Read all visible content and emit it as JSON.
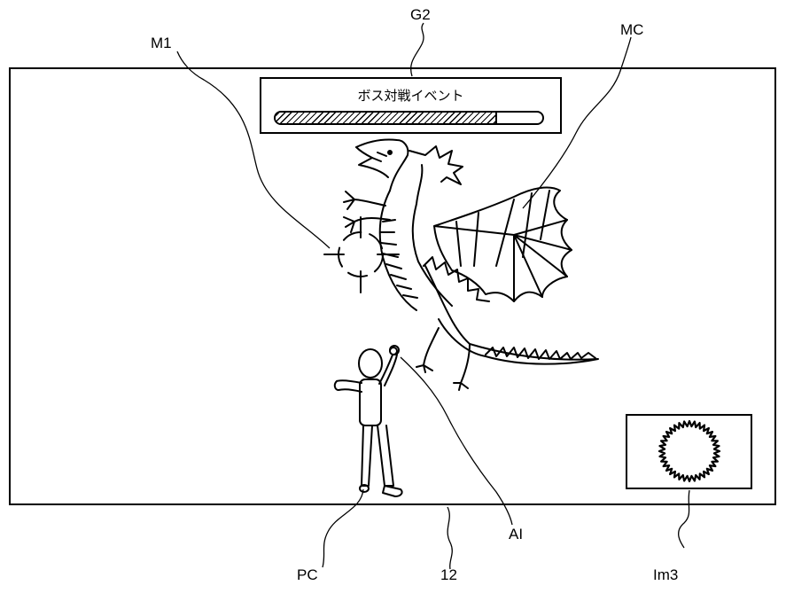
{
  "labels": {
    "hud_panel": "G2",
    "marker": "M1",
    "monster": "MC",
    "player": "PC",
    "screen": "12",
    "attack_item": "AI",
    "item_image": "Im3"
  },
  "hud": {
    "event_title": "ボス対戦イベント",
    "boss_hp_fraction": 0.83
  },
  "icons": {
    "target": "crosshair-icon",
    "item": "sun-burst-icon",
    "player": "stick-figure",
    "monster": "dragon"
  },
  "colors": {
    "line": "#000000",
    "background": "#ffffff"
  }
}
